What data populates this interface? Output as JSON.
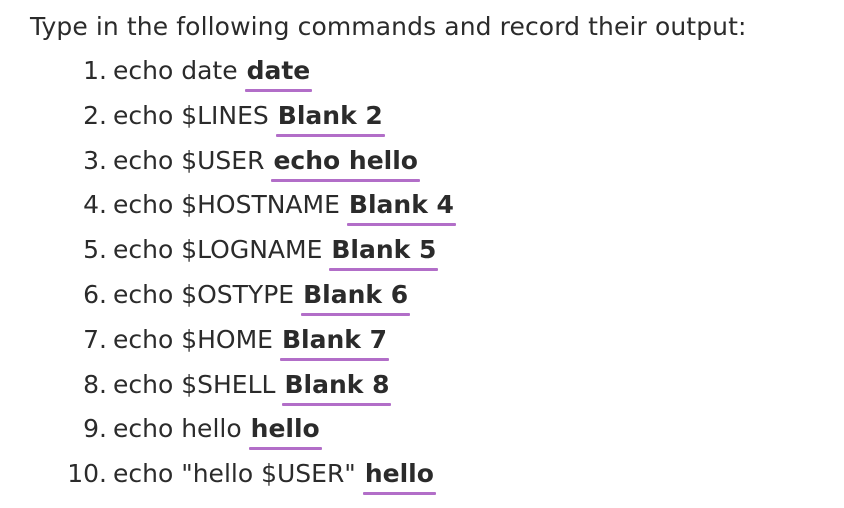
{
  "prompt": "Type in the following commands and record their output:",
  "items": [
    {
      "number": "1.",
      "command": "echo date",
      "answer": "date"
    },
    {
      "number": "2.",
      "command": "echo $LINES",
      "answer": "Blank 2"
    },
    {
      "number": "3.",
      "command": "echo $USER",
      "answer": "echo hello"
    },
    {
      "number": "4.",
      "command": "echo $HOSTNAME",
      "answer": "Blank 4"
    },
    {
      "number": "5.",
      "command": "echo $LOGNAME",
      "answer": "Blank 5"
    },
    {
      "number": "6.",
      "command": "echo $OSTYPE",
      "answer": "Blank 6"
    },
    {
      "number": "7.",
      "command": "echo $HOME",
      "answer": "Blank 7"
    },
    {
      "number": "8.",
      "command": "echo $SHELL",
      "answer": "Blank 8"
    },
    {
      "number": "9.",
      "command": "echo hello",
      "answer": "hello"
    },
    {
      "number": "10.",
      "command": "echo \"hello $USER\"",
      "answer": "hello"
    }
  ],
  "colors": {
    "text": "#2b2b2b",
    "blank_underline": "#b26ec8"
  }
}
